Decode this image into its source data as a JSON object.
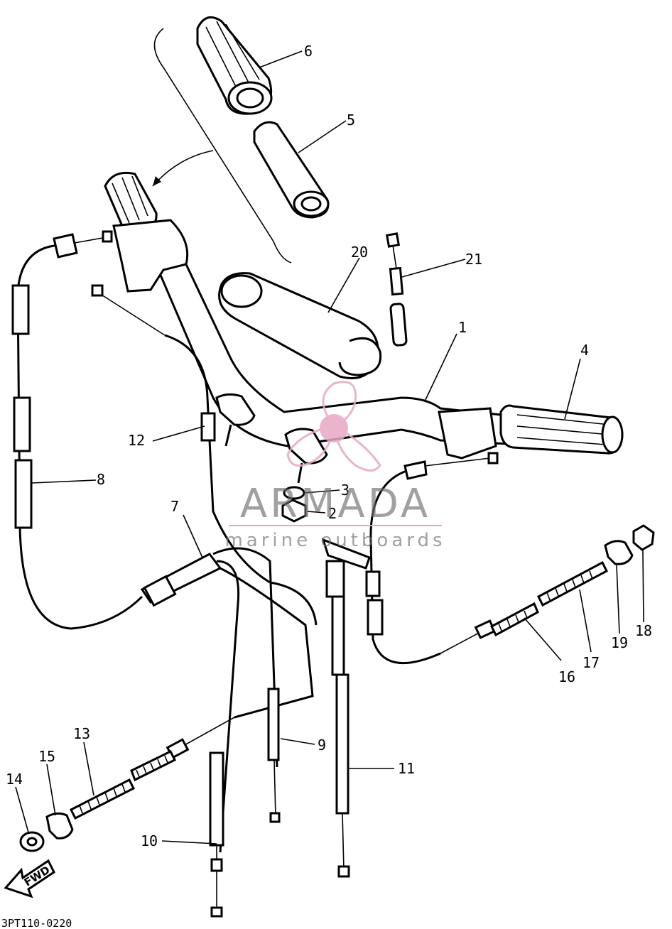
{
  "diagram": {
    "callouts": [
      {
        "id": "1",
        "label": "1"
      },
      {
        "id": "2",
        "label": "2"
      },
      {
        "id": "3",
        "label": "3"
      },
      {
        "id": "4",
        "label": "4"
      },
      {
        "id": "5",
        "label": "5"
      },
      {
        "id": "6",
        "label": "6"
      },
      {
        "id": "7",
        "label": "7"
      },
      {
        "id": "8",
        "label": "8"
      },
      {
        "id": "9",
        "label": "9"
      },
      {
        "id": "10",
        "label": "10"
      },
      {
        "id": "11",
        "label": "11"
      },
      {
        "id": "12",
        "label": "12"
      },
      {
        "id": "13",
        "label": "13"
      },
      {
        "id": "14",
        "label": "14"
      },
      {
        "id": "15",
        "label": "15"
      },
      {
        "id": "16",
        "label": "16"
      },
      {
        "id": "17",
        "label": "17"
      },
      {
        "id": "18",
        "label": "18"
      },
      {
        "id": "19",
        "label": "19"
      },
      {
        "id": "20",
        "label": "20"
      },
      {
        "id": "21",
        "label": "21"
      }
    ],
    "fwd_label": "FWD",
    "diagram_code": "3PT110-0220"
  },
  "watermark": {
    "brand": "ARMADA",
    "tagline": "marine outboards",
    "color": "#e6a8c4"
  }
}
